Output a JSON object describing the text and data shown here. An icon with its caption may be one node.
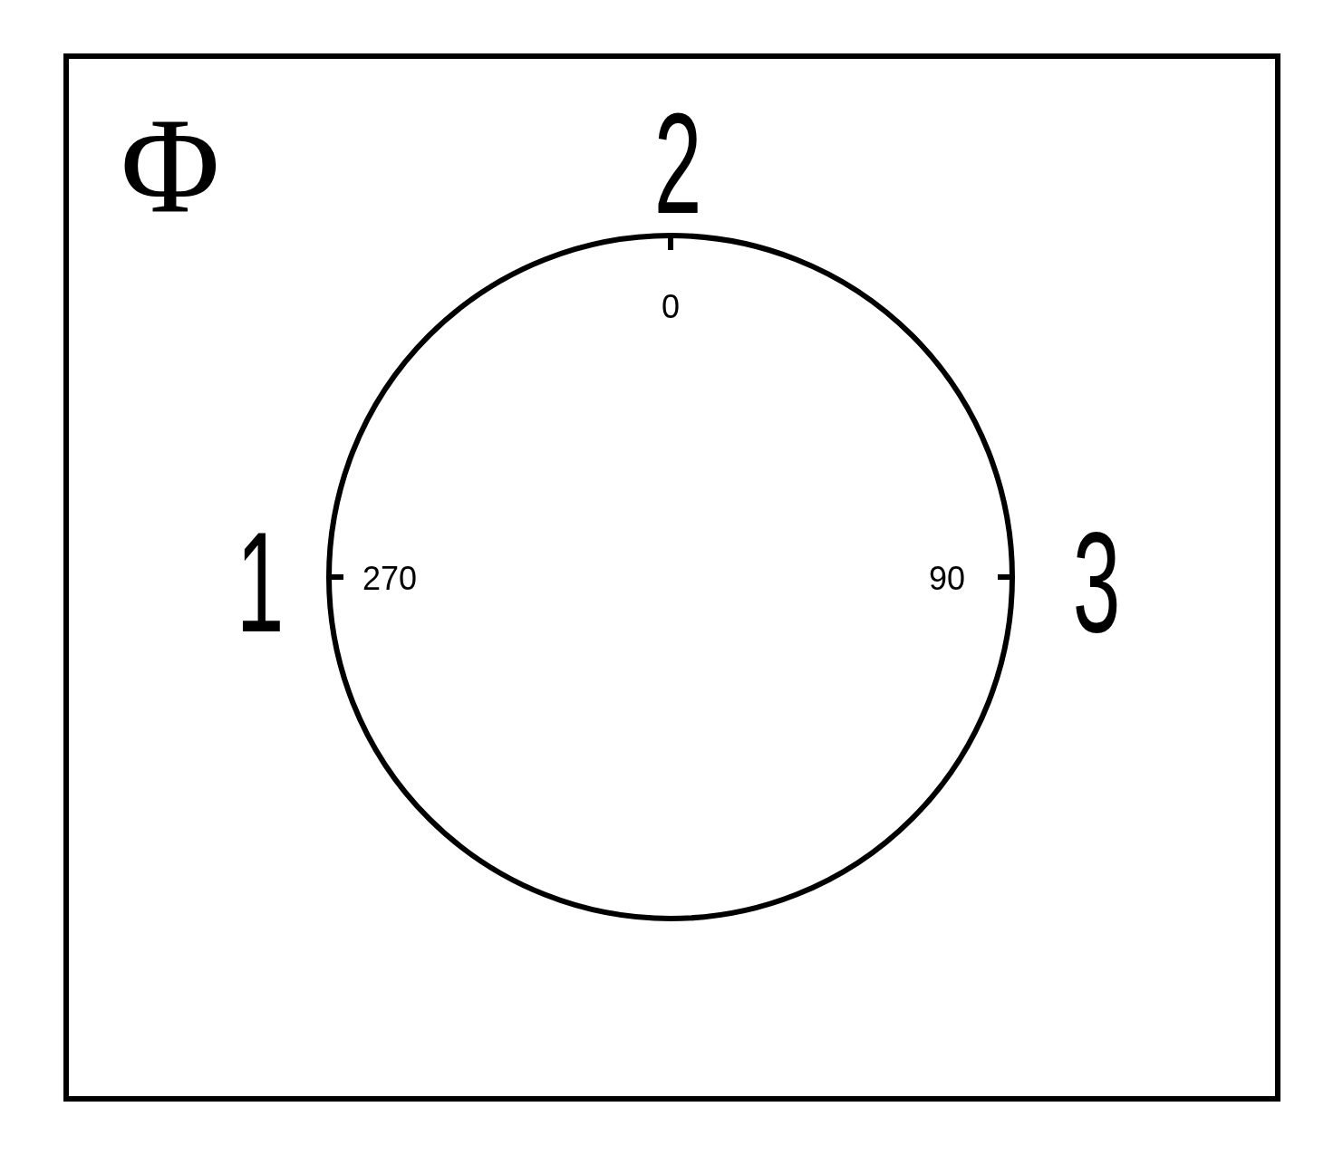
{
  "diagram": {
    "nodes": [
      {
        "text": [
          "Φ"
        ]
      },
      {
        "text": [
          "0",
          "270",
          "90"
        ],
        "in": 0
      }
    ],
    "labels": [
      "2",
      "1",
      "3"
    ]
  }
}
